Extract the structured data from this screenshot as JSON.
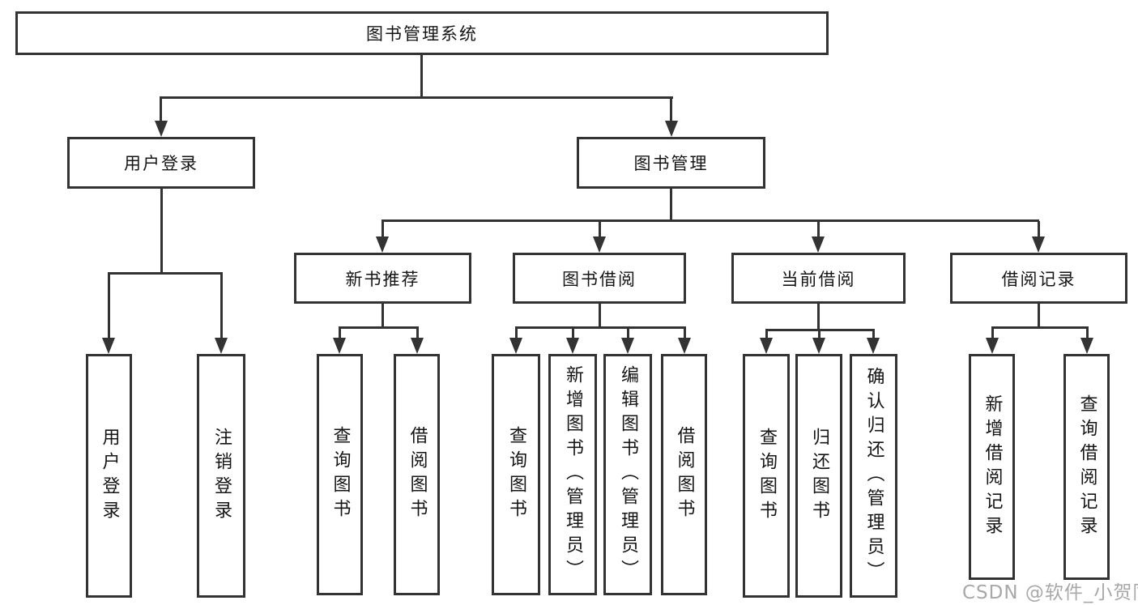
{
  "diagram": {
    "root": {
      "label": "图书管理系统"
    },
    "userLogin": {
      "label": "用户登录",
      "children": [
        {
          "label": "用户登录"
        },
        {
          "label": "注销登录"
        }
      ]
    },
    "bookManagement": {
      "label": "图书管理",
      "newBookRecommend": {
        "label": "新书推荐",
        "children": [
          {
            "label": "查询图书"
          },
          {
            "label": "借阅图书"
          }
        ]
      },
      "bookBorrow": {
        "label": "图书借阅",
        "children": [
          {
            "label": "查询图书"
          },
          {
            "label": "新增图书（管理员）"
          },
          {
            "label": "编辑图书（管理员）"
          },
          {
            "label": "借阅图书"
          }
        ]
      },
      "currentBorrow": {
        "label": "当前借阅",
        "children": [
          {
            "label": "查询图书"
          },
          {
            "label": "归还图书"
          },
          {
            "label": "确认归还（管理员）"
          }
        ]
      },
      "borrowRecords": {
        "label": "借阅记录",
        "children": [
          {
            "label": "新增借阅记录"
          },
          {
            "label": "查询借阅记录"
          }
        ]
      }
    }
  },
  "watermark": {
    "text": "CSDN @软件_小贺同学"
  },
  "colors": {
    "line": "#333333",
    "text": "#151515",
    "background": "#ffffff",
    "watermark": "#a8a8a8"
  }
}
